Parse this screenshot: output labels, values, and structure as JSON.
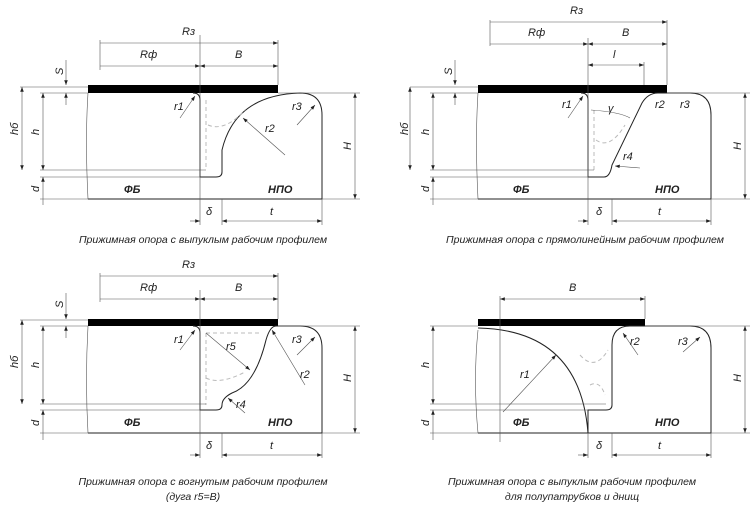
{
  "labels": {
    "R3": "Rз",
    "Rf": "Rф",
    "B": "B",
    "S": "S",
    "hb": "hб",
    "h": "h",
    "d": "d",
    "H": "H",
    "r1": "r1",
    "r2": "r2",
    "r3": "r3",
    "r4": "r4",
    "r5": "r5",
    "l": "l",
    "gamma": "γ",
    "delta": "δ",
    "t": "t",
    "FB": "ФБ",
    "NPO": "НПО"
  },
  "captions": {
    "p1": "Прижимная опора с выпуклым рабочим профилем",
    "p2": "Прижимная опора с прямолинейным рабочим профилем",
    "p3a": "Прижимная опора с вогнутым рабочим профилем",
    "p3b": "(дуга r5=B)",
    "p4a": "Прижимная опора с выпуклым рабочим профилем",
    "p4b": "для полупатрубков и днищ"
  }
}
